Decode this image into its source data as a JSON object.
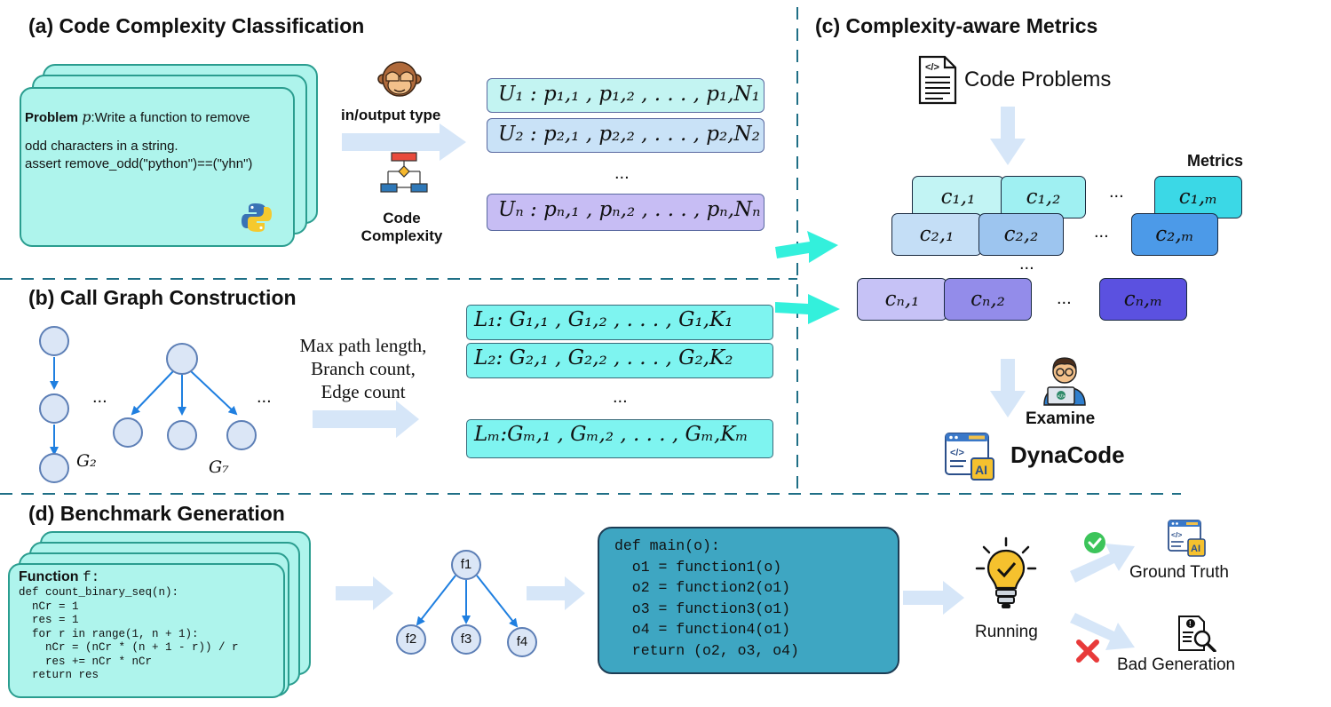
{
  "section_a": {
    "title": "(a) Code Complexity Classification",
    "problem_label": "Problem",
    "problem_var": "p",
    "problem_line1": ":Write a function to remove",
    "problem_line2": "odd characters in a string.",
    "problem_line3": "assert remove_odd(\"python\")==(\"yhn\")",
    "io_type_label": "in/output type",
    "code_complexity_line1": "Code",
    "code_complexity_line2": "Complexity",
    "u_rows": [
      {
        "label": "U₁ : p₁,₁ , p₁,₂ , . . . , p₁,N₁"
      },
      {
        "label": "U₂ : p₂,₁ , p₂,₂ , . . . , p₂,N₂"
      },
      {
        "label": "Uₙ : pₙ,₁ , pₙ,₂ , . . . , pₙ,Nₙ"
      }
    ],
    "ellipsis": "..."
  },
  "section_b": {
    "title": "(b) Call Graph Construction",
    "graph_label_1": "G₂",
    "graph_label_2": "G₇",
    "ellipsis": "...",
    "criteria_line1": "Max path length,",
    "criteria_line2": "Branch count,",
    "criteria_line3": "Edge count",
    "l_rows": [
      {
        "label": "L₁: G₁,₁ , G₁,₂ , . . . , G₁,K₁"
      },
      {
        "label": "L₂: G₂,₁ , G₂,₂ , . . . , G₂,K₂"
      },
      {
        "label": "Lₘ:Gₘ,₁ , Gₘ,₂ , . . . , Gₘ,Kₘ"
      }
    ]
  },
  "section_c": {
    "title": "(c) Complexity-aware Metrics",
    "code_problems": "Code Problems",
    "metrics_label": "Metrics",
    "cells": {
      "c11": "c₁,₁",
      "c12": "c₁,₂",
      "c1m": "c₁,ₘ",
      "c21": "c₂,₁",
      "c22": "c₂,₂",
      "c2m": "c₂,ₘ",
      "cn1": "cₙ,₁",
      "cn2": "cₙ,₂",
      "cnm": "cₙ,ₘ"
    },
    "ellipsis": "...",
    "examine_label": "Examine",
    "brand": "DynaCode"
  },
  "section_d": {
    "title": "(d) Benchmark Generation",
    "function_label": "Function",
    "function_var": "f:",
    "function_code": [
      "def count_binary_seq(n):",
      "  nCr = 1",
      "  res = 1",
      "  for r in range(1, n + 1):",
      "    nCr = (nCr * (n + 1 - r)) / r",
      "    res += nCr * nCr",
      "  return res"
    ],
    "tree_nodes": {
      "root": "f1",
      "left": "f2",
      "mid": "f3",
      "right": "f4"
    },
    "main_code": [
      "def main(o):",
      "  o1 = function1(o)",
      "  o2 = function2(o1)",
      "  o3 = function3(o1)",
      "  o4 = function4(o1)",
      "  return (o2, o3, o4)"
    ],
    "running_label": "Running",
    "ground_truth_label": "Ground Truth",
    "bad_generation_label": "Bad Generation"
  },
  "colors": {
    "teal_card": "#aef4ec",
    "teal_border": "#2a9d8f",
    "node_fill": "#dbe6f6",
    "node_stroke": "#5d7fb6",
    "edge_blue": "#1f7fe0",
    "code_box": "#3ea6c2",
    "divider": "#1f6f86",
    "arrow_cyan": "#33f0dc",
    "arrow_light": "#d6e6f8"
  }
}
